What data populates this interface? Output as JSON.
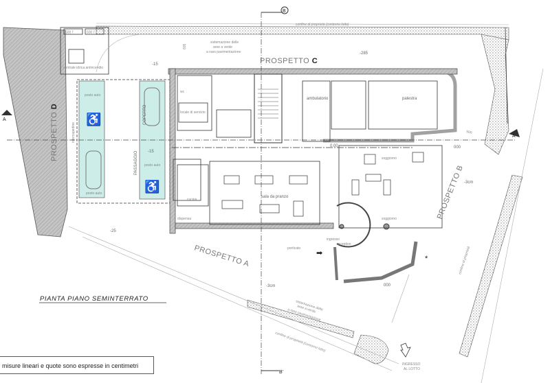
{
  "title": "PIANTA PIANO SEMINTERRATO",
  "note": "misure lineari e quote sono espresse in centimetri",
  "prospetti": {
    "a": "PROSPETTO A",
    "b": "PROSPETTO B",
    "c_prefix": "PROSPETTO",
    "c_letter": "C",
    "d_prefix": "PROSPETTO",
    "d_letter": "D"
  },
  "section_markers": {
    "a_left": "A",
    "a_right": "A",
    "b_top": "B",
    "b_bottom": "B'"
  },
  "boundary": {
    "top": "confine di proprietà (contorno lotto)",
    "bottom": "confine di proprietà (contorno lotto)",
    "right": "confine di proprietà"
  },
  "green_area": {
    "line1": "sistemazione delle",
    "line2": "aree a verde",
    "line3": "a raso pavimentazione"
  },
  "rooms": {
    "posto_auto": "posto auto",
    "coperto": "COPERTO",
    "passaggio": "PASSAGGIO",
    "centrale": "centrale idrica antincendio",
    "ambulatorio": "ambulatorio",
    "palestra": "palestra",
    "soggiorno": "soggiorno",
    "sala_da_pranzo": "sala da pranzo",
    "ingresso": "ingresso",
    "reception": "reception",
    "porticato": "porticato",
    "locale_servizio": "locale di servizio",
    "dispensa": "dispensa",
    "wc": "wc",
    "cucina": "cucina",
    "interrato": "intercapedine"
  },
  "entrance": {
    "line1": "INGRESSO",
    "line2": "AL LOTTO"
  },
  "levels": {
    "l1": "-285",
    "l2": "-15",
    "l3": "-15",
    "l4": "-25",
    "l5": "0.00",
    "l6": "000",
    "l7": "-3cm",
    "l8": "000",
    "l9": "-3cm"
  },
  "dims": {
    "d1": "500",
    "d2": "605",
    "d3": "500 l’",
    "d4": "500 l’"
  },
  "colors": {
    "parking": "#cdeee8",
    "wall": "#c8c8c8",
    "hatch": "#b9b9b9"
  }
}
